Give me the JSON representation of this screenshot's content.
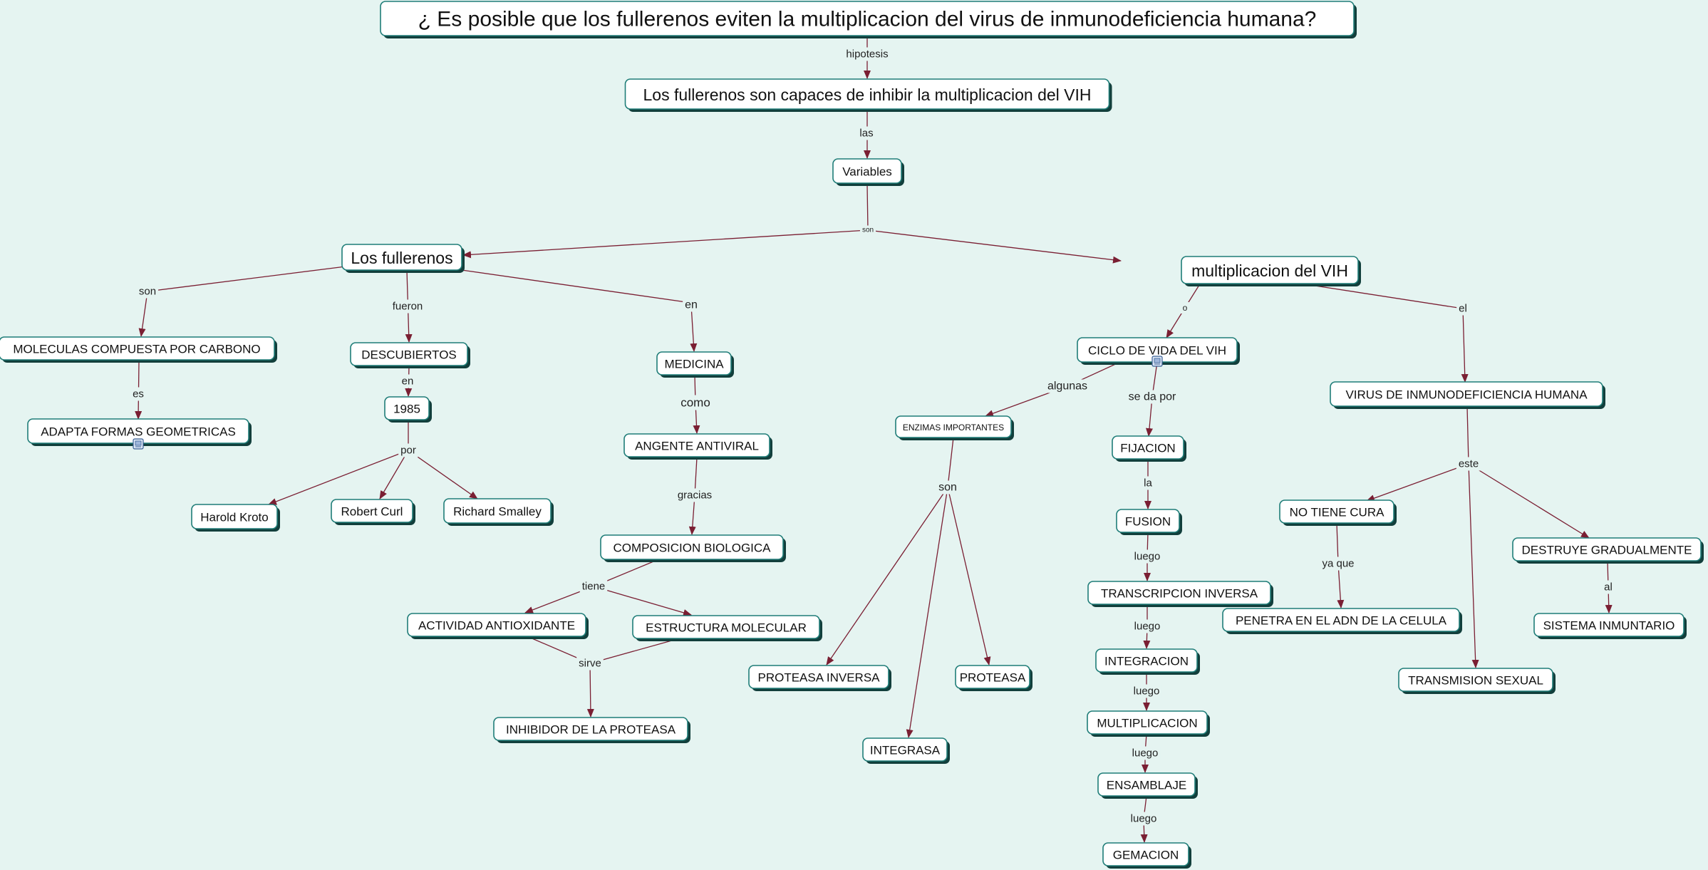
{
  "colors": {
    "background": "#e5f4f1",
    "node_fill": "#ffffff",
    "node_border": "#1f7d78",
    "node_shadow": "#123f3c",
    "link_line": "#7a1f33",
    "label_color": "#222222"
  },
  "concepts": {
    "question": "¿ Es posible que los fullerenos eviten la multiplicacion del virus de inmunodeficiencia humana?",
    "hypothesis": "Los fullerenos son capaces de inhibir la multiplicacion del VIH",
    "variables": "Variables",
    "fullerenos": "Los fullerenos",
    "multiplicacion_vih": "multiplicacion del VIH",
    "moleculas": "MOLECULAS COMPUESTA POR CARBONO",
    "adapta": "ADAPTA FORMAS GEOMETRICAS",
    "descubiertos": "DESCUBIERTOS",
    "year_1985": "1985",
    "harold_kroto": "Harold Kroto",
    "robert_curl": "Robert Curl",
    "richard_smalley": "Richard Smalley",
    "medicina": "MEDICINA",
    "angente_antiviral": "ANGENTE ANTIVIRAL",
    "composicion": "COMPOSICION BIOLOGICA",
    "actividad": "ACTIVIDAD ANTIOXIDANTE",
    "estructura": "ESTRUCTURA MOLECULAR",
    "inhibidor": "INHIBIDOR DE LA PROTEASA",
    "ciclo": "CICLO DE VIDA DEL VIH",
    "enzimas": "ENZIMAS IMPORTANTES",
    "proteasa_inversa": "PROTEASA INVERSA",
    "proteasa": "PROTEASA",
    "integrasa": "INTEGRASA",
    "fijacion": "FIJACION",
    "fusion": "FUSION",
    "transcripcion": "TRANSCRIPCION INVERSA",
    "integracion": "INTEGRACION",
    "multiplicacion": "MULTIPLICACION",
    "ensamblaje": "ENSAMBLAJE",
    "gemacion": "GEMACION",
    "virus": "VIRUS DE INMUNODEFICIENCIA HUMANA",
    "no_tiene_cura": "NO TIENE CURA",
    "penetra": "PENETRA EN EL ADN DE LA CELULA",
    "destruye": "DESTRUYE GRADUALMENTE",
    "sistema": "SISTEMA INMUNTARIO",
    "transmision": "TRANSMISION SEXUAL"
  },
  "links": {
    "hipotesis": "hipotesis",
    "las": "las",
    "son_main": "son",
    "son_left": "son",
    "es": "es",
    "fueron": "fueron",
    "en_desc": "en",
    "por": "por",
    "en_med": "en",
    "como": "como",
    "gracias": "gracias",
    "tiene": "tiene",
    "sirve": "sirve",
    "o": "o",
    "el": "el",
    "algunas": "algunas",
    "son_enz": "son",
    "se_da_por": "se da por",
    "la": "la",
    "luego1": "luego",
    "luego2": "luego",
    "luego3": "luego",
    "luego4": "luego",
    "luego5": "luego",
    "este": "este",
    "ya_que": "ya que",
    "al": "al"
  },
  "icons": {
    "resource_icon": "image-resource-icon"
  }
}
